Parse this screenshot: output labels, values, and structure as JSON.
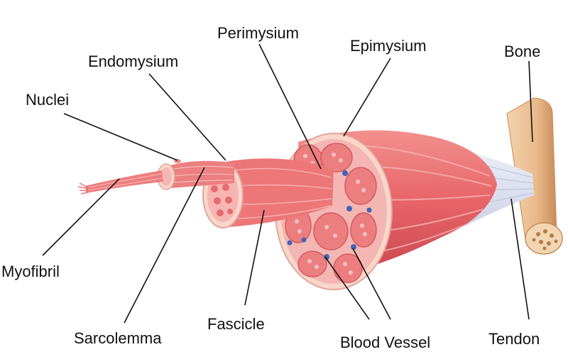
{
  "diagram": {
    "labels": {
      "perimysium": "Perimysium",
      "epimysium": "Epimysium",
      "bone": "Bone",
      "endomysium": "Endomysium",
      "nuclei": "Nuclei",
      "myofibril": "Myofibril",
      "sarcolemma": "Sarcolemma",
      "fascicle": "Fascicle",
      "blood_vessel": "Blood Vessel",
      "tendon": "Tendon"
    },
    "colors": {
      "muscle": "#e8666a",
      "muscle_light": "#f7a9a6",
      "muscle_dark": "#c8454d",
      "sheath": "#f4b6b3",
      "sheath_rim": "#f8d7c9",
      "bone": "#e9b98a",
      "bone_dark": "#c98b58",
      "tendon": "#d9deee",
      "vessel": "#3f63b8",
      "leader": "#111111"
    }
  }
}
